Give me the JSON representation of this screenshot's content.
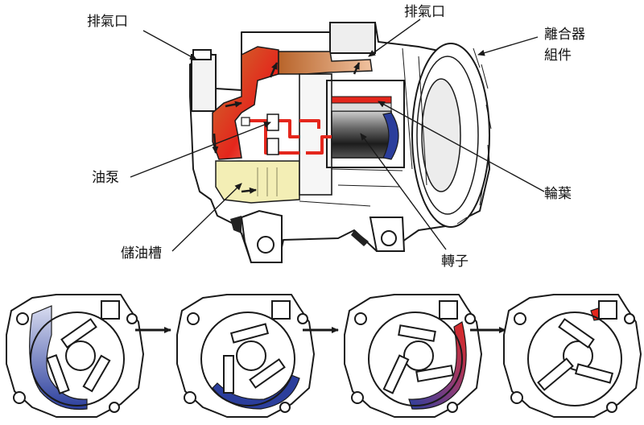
{
  "labels": {
    "exhaust_left": "排氣口",
    "exhaust_top": "排氣口",
    "clutch_line1": "離合器",
    "clutch_line2": "組件",
    "oil_pump": "油泵",
    "vane": "輪葉",
    "oil_reservoir": "儲油槽",
    "rotor": "轉子"
  },
  "colors": {
    "hot_red": "#e4261c",
    "warm_orange": "#d98a52",
    "oil_yellow": "#f3eeb5",
    "cold_blue": "#2b3e9c",
    "outline": "#1a1a1a"
  },
  "stages": [
    {
      "stage": 1,
      "fill": "blue-large"
    },
    {
      "stage": 2,
      "fill": "blue-compressed"
    },
    {
      "stage": 3,
      "fill": "blue-to-red"
    },
    {
      "stage": 4,
      "fill": "red-small"
    }
  ]
}
